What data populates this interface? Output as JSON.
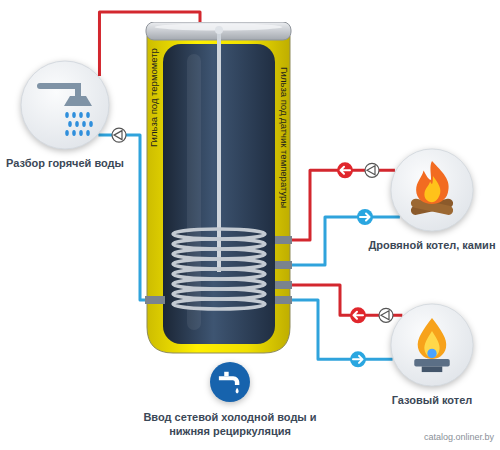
{
  "diagram": {
    "nodes": [
      {
        "text": [
          "Разбор горячей воды"
        ]
      },
      {
        "text": [
          "Гильза под термометр",
          "Гильза под датчик температуры"
        ]
      },
      {
        "text": [
          "Дровяной котел, камин"
        ]
      },
      {
        "text": [
          "Газовый котел"
        ]
      },
      {
        "text": [
          "Ввод сетевой холодной воды и нижняя рециркуляция"
        ]
      }
    ],
    "edges": [
      {
        "from": 1,
        "to": 0,
        "arrow": "none"
      },
      {
        "from": 0,
        "to": 1,
        "arrow": "none"
      },
      {
        "from": 2,
        "to": 1,
        "arrow": "none"
      },
      {
        "from": 1,
        "to": 2,
        "arrow": "none"
      },
      {
        "from": 3,
        "to": 1,
        "arrow": "none"
      },
      {
        "from": 1,
        "to": 3,
        "arrow": "none"
      }
    ],
    "labels": [
      "catalog.onliner.by"
    ]
  }
}
